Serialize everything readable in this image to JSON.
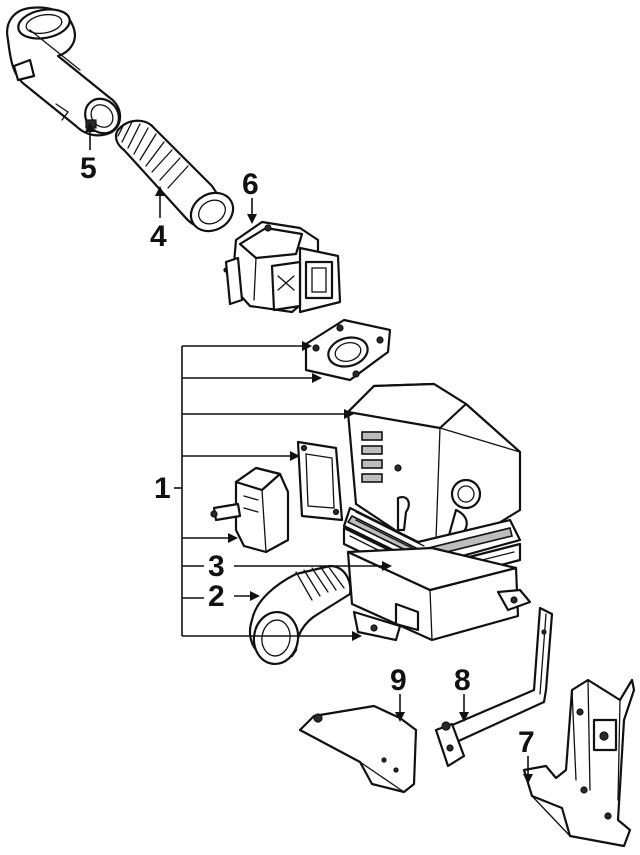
{
  "callouts": {
    "p1": "1",
    "p2": "2",
    "p3": "3",
    "p4": "4",
    "p5": "5",
    "p6": "6",
    "p7": "7",
    "p8": "8",
    "p9": "9"
  }
}
